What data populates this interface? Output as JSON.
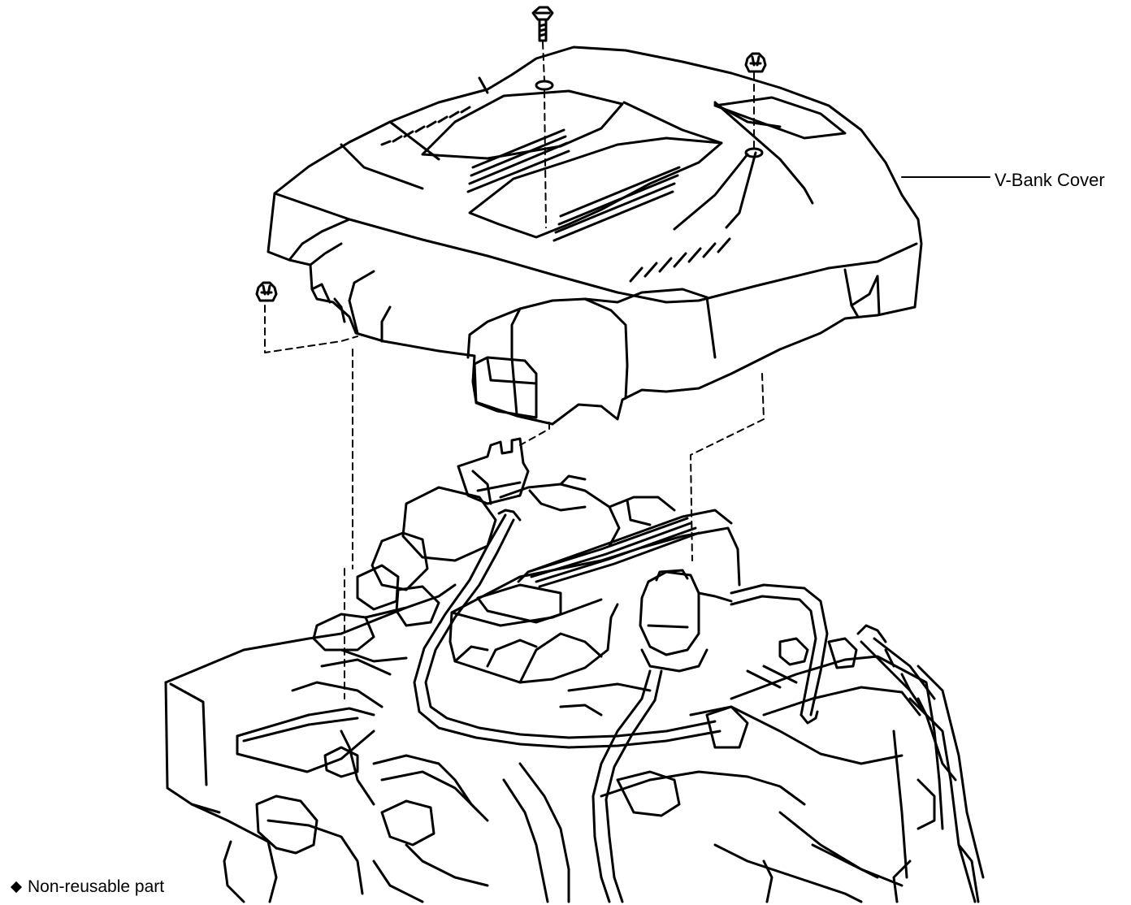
{
  "diagram": {
    "callout": {
      "label": "V-Bank Cover"
    },
    "legend": {
      "symbol": "diamond",
      "text": "Non-reusable part"
    }
  },
  "colors": {
    "line": "#000000",
    "background": "#ffffff"
  },
  "icons": [
    "bolt-icon",
    "nut-icon",
    "diamond-icon"
  ]
}
